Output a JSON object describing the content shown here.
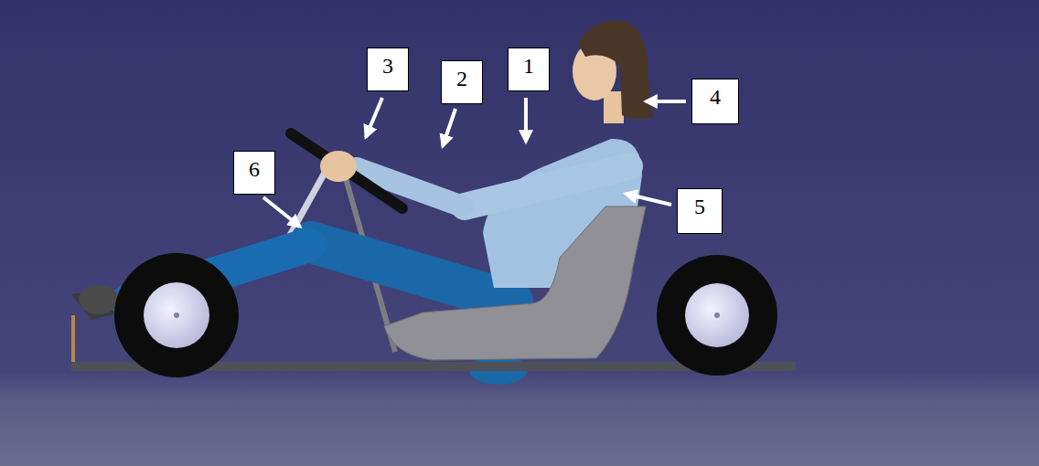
{
  "diagram": {
    "labels": [
      "3",
      "2",
      "1",
      "4",
      "6",
      "5"
    ]
  }
}
